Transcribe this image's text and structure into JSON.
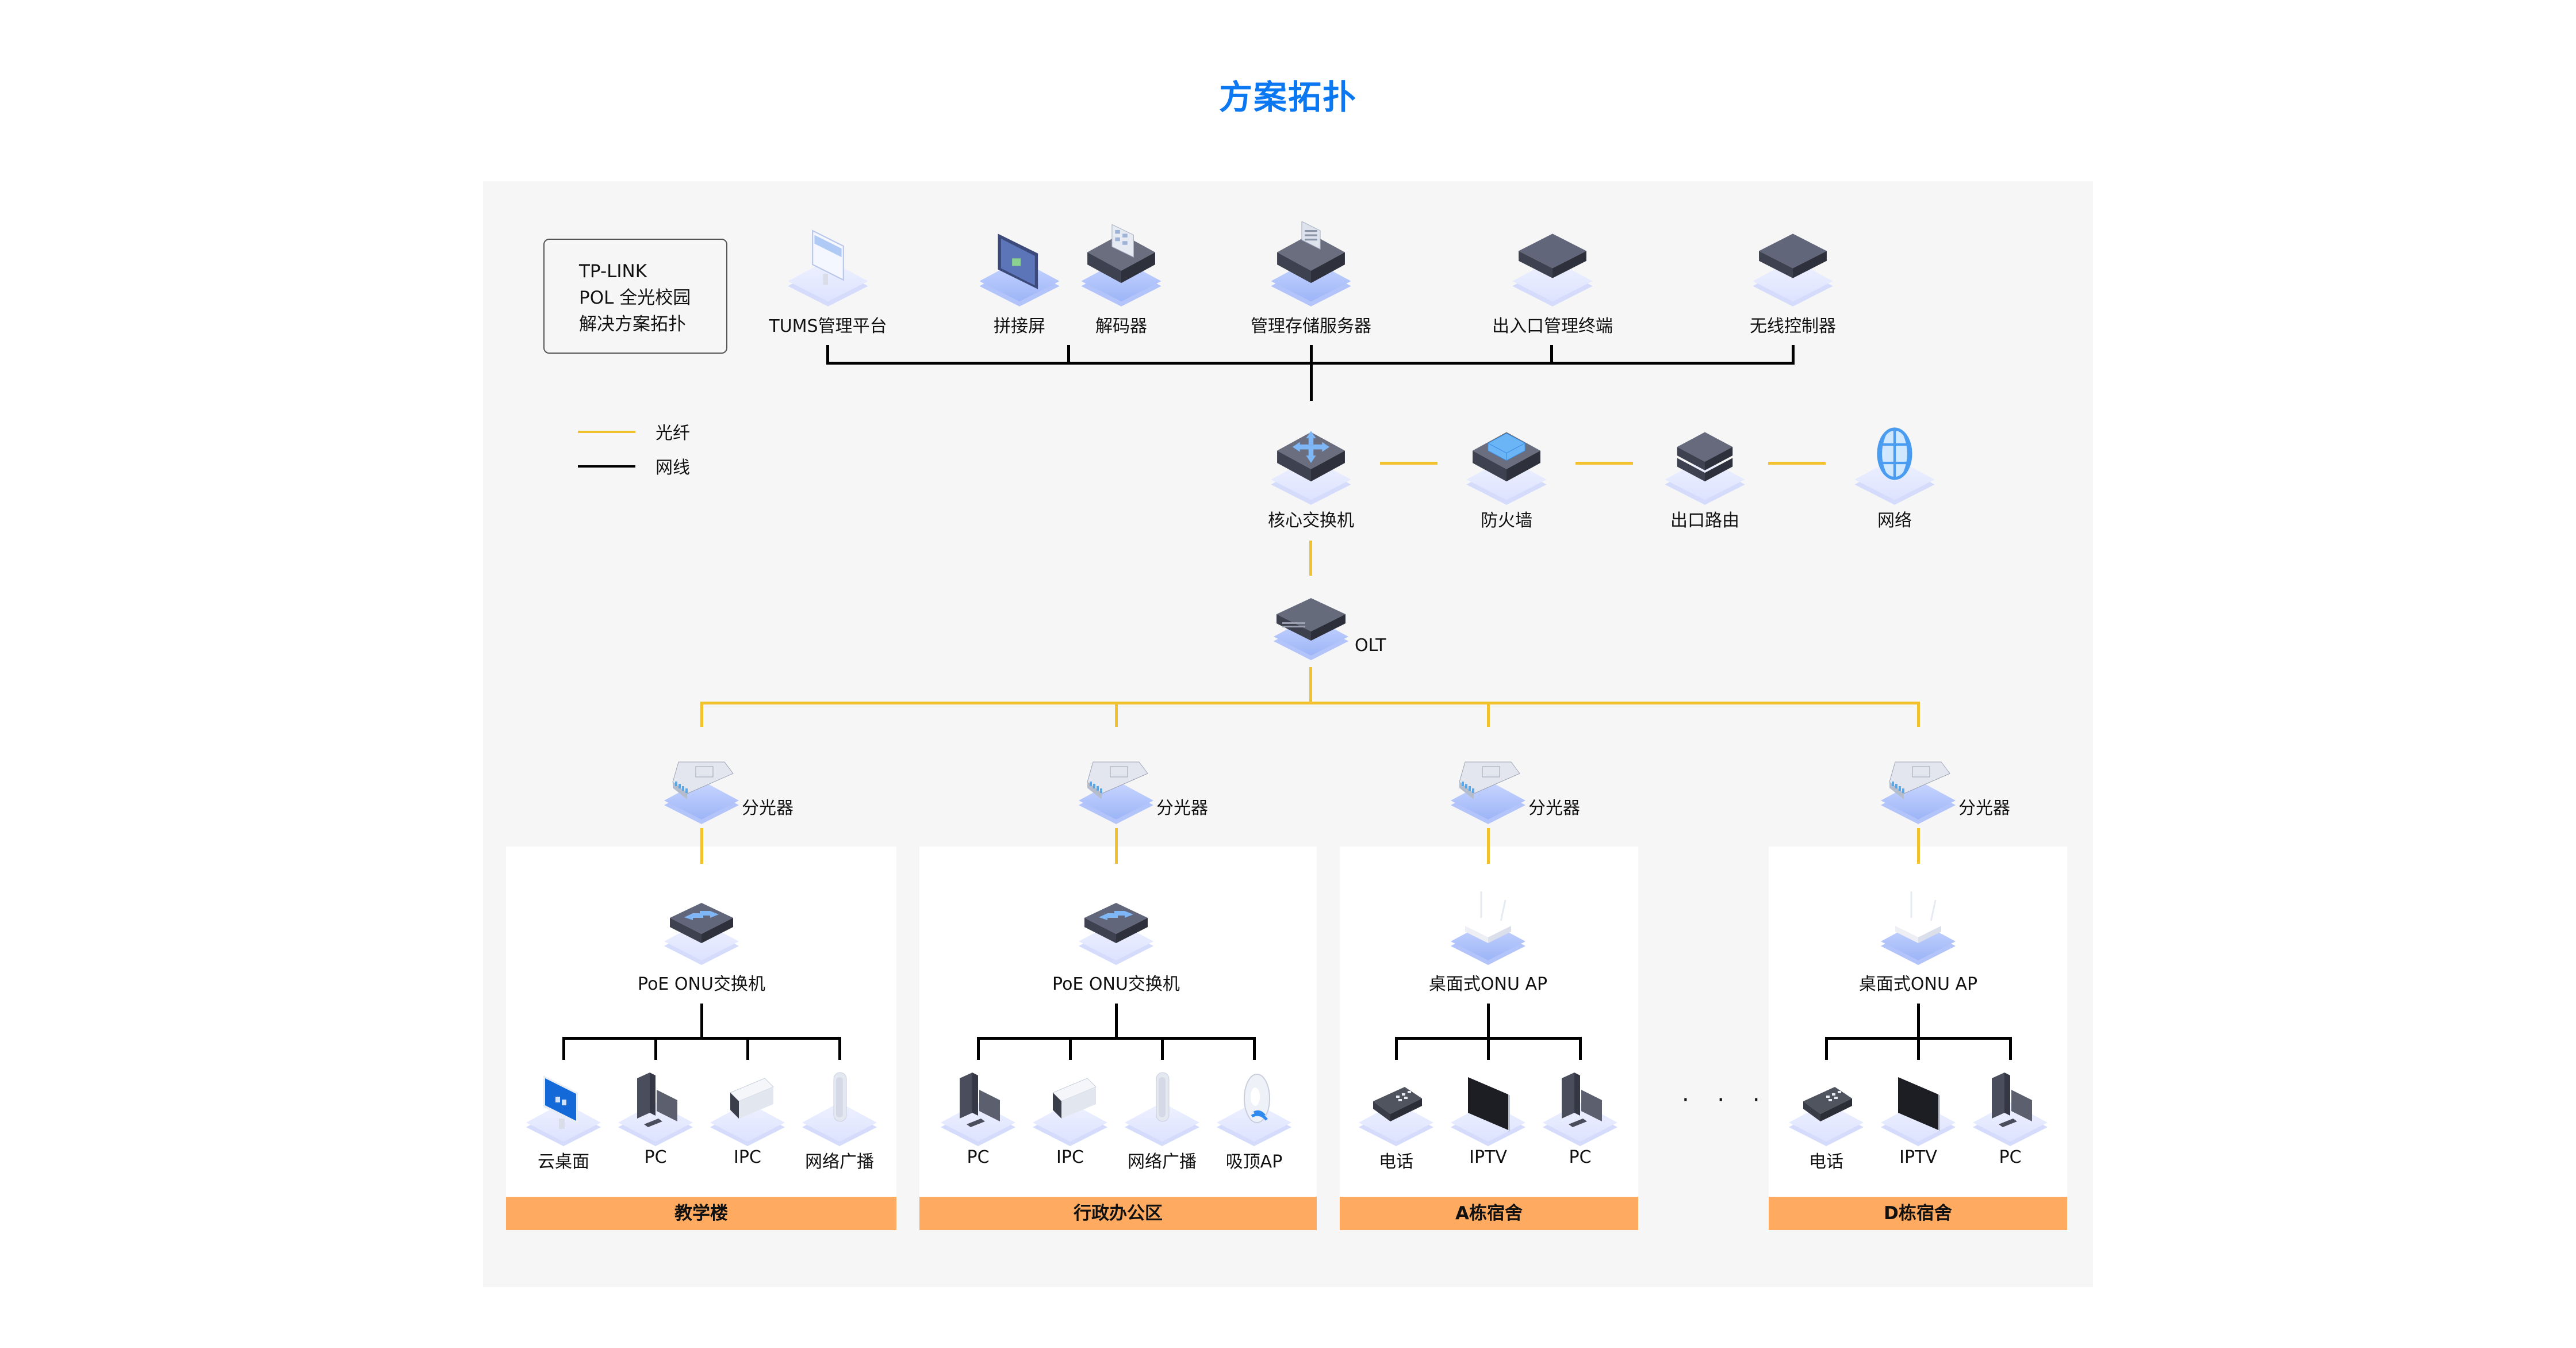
{
  "title": "方案拓扑",
  "legend_box": {
    "lines": [
      "TP-LINK",
      "POL 全光校园",
      "解决方案拓扑"
    ]
  },
  "legend": {
    "fiber": {
      "label": "光纤",
      "color": "#F2C12E"
    },
    "ethernet": {
      "label": "网线",
      "color": "#000000"
    }
  },
  "management_row": [
    {
      "label": "TUMS管理平台",
      "icon": "monitor-icon"
    },
    {
      "label": "拼接屏",
      "icon": "video-wall-icon"
    },
    {
      "label": "解码器",
      "icon": "decoder-icon"
    },
    {
      "label": "管理存储服务器",
      "icon": "storage-server-icon"
    },
    {
      "label": "出入口管理终端",
      "icon": "gateway-terminal-icon"
    },
    {
      "label": "无线控制器",
      "icon": "wireless-controller-icon"
    }
  ],
  "core_row": [
    {
      "label": "核心交换机",
      "icon": "core-switch-icon"
    },
    {
      "label": "防火墙",
      "icon": "firewall-icon"
    },
    {
      "label": "出口路由",
      "icon": "router-icon"
    },
    {
      "label": "网络",
      "icon": "globe-icon"
    }
  ],
  "olt": {
    "label": "OLT",
    "icon": "olt-icon"
  },
  "splitter_label": "分光器",
  "ellipsis": "· · ·",
  "buildings": [
    {
      "name": "教学楼",
      "onu": "PoE ONU交换机",
      "onu_icon": "poe-switch-icon",
      "devices": [
        {
          "label": "云桌面",
          "icon": "cloud-desktop-icon"
        },
        {
          "label": "PC",
          "icon": "pc-icon"
        },
        {
          "label": "IPC",
          "icon": "camera-icon"
        },
        {
          "label": "网络广播",
          "icon": "speaker-icon"
        }
      ]
    },
    {
      "name": "行政办公区",
      "onu": "PoE ONU交换机",
      "onu_icon": "poe-switch-icon",
      "devices": [
        {
          "label": "PC",
          "icon": "pc-icon"
        },
        {
          "label": "IPC",
          "icon": "camera-icon"
        },
        {
          "label": "网络广播",
          "icon": "speaker-icon"
        },
        {
          "label": "吸顶AP",
          "icon": "ceiling-ap-icon"
        }
      ]
    },
    {
      "name": "A栋宿舍",
      "onu": "桌面式ONU AP",
      "onu_icon": "desktop-onu-ap-icon",
      "devices": [
        {
          "label": "电话",
          "icon": "phone-icon"
        },
        {
          "label": "IPTV",
          "icon": "tv-icon"
        },
        {
          "label": "PC",
          "icon": "pc-icon"
        }
      ]
    },
    {
      "name": "D栋宿舍",
      "onu": "桌面式ONU AP",
      "onu_icon": "desktop-onu-ap-icon",
      "devices": [
        {
          "label": "电话",
          "icon": "phone-icon"
        },
        {
          "label": "IPTV",
          "icon": "tv-icon"
        },
        {
          "label": "PC",
          "icon": "pc-icon"
        }
      ]
    }
  ],
  "colors": {
    "title": "#0B78F2",
    "fiber": "#F2C12E",
    "ethernet": "#000000",
    "building_bar": "#FEAB61",
    "panel_bg": "#F6F6F6"
  }
}
